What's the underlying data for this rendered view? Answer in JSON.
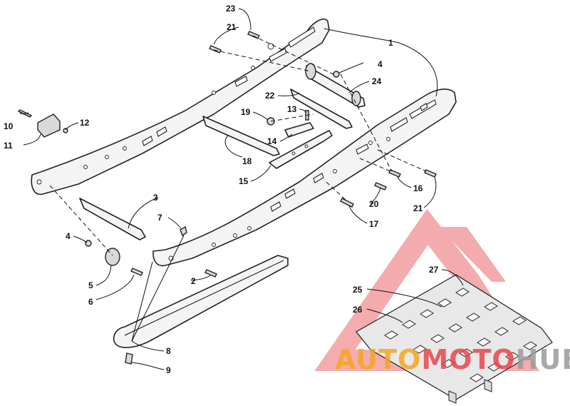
{
  "callouts": [
    "1",
    "2",
    "3",
    "4",
    "5",
    "6",
    "7",
    "8",
    "9",
    "10",
    "11",
    "12",
    "13",
    "14",
    "15",
    "16",
    "17",
    "18",
    "19",
    "20",
    "21",
    "22",
    "23",
    "24",
    "25",
    "26",
    "27"
  ],
  "callout_23": "23",
  "callout_21_top": "21",
  "callout_1": "1",
  "callout_4_top": "4",
  "callout_24": "24",
  "callout_22": "22",
  "callout_19": "19",
  "callout_13": "13",
  "callout_14": "14",
  "callout_10": "10",
  "callout_12": "12",
  "callout_11": "11",
  "callout_18": "18",
  "callout_15": "15",
  "callout_16": "16",
  "callout_20": "20",
  "callout_21_bottom": "21",
  "callout_17": "17",
  "callout_3": "3",
  "callout_7": "7",
  "callout_4_left": "4",
  "callout_5": "5",
  "callout_6": "6",
  "callout_2": "2",
  "callout_8": "8",
  "callout_9": "9",
  "callout_25": "25",
  "callout_26": "26",
  "callout_27": "27",
  "watermark": {
    "part1": "AUTO",
    "part2": "MOTO",
    "part3": "HUB",
    "color_orange": "#f5a623",
    "color_red": "#e8474c",
    "color_gray": "#9b9b9b"
  },
  "logo_color": "#e8474c"
}
